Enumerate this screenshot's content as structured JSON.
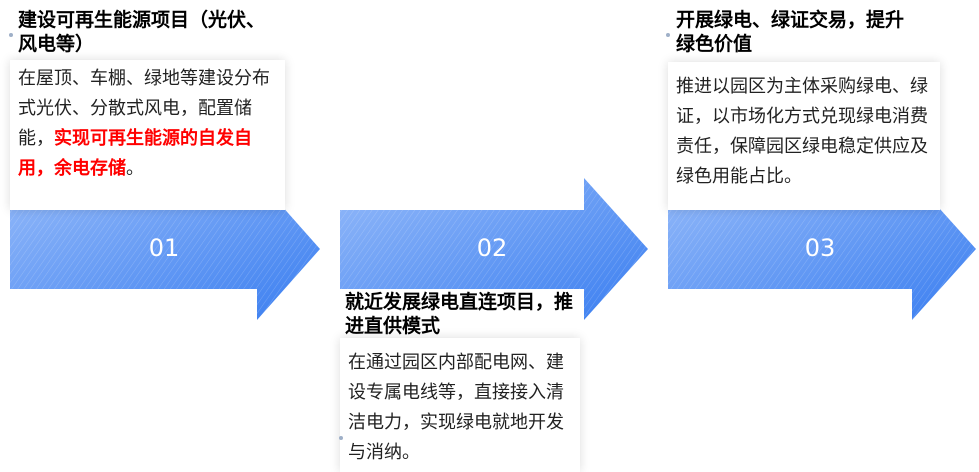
{
  "steps": [
    {
      "number": "01",
      "title": "建设可再生能源项目（光伏、风电等）",
      "body_plain": "在屋顶、车棚、绿地等建设分布式光伏、分散式风电，配置储能，",
      "body_highlight": "实现可再生能源的自发自用，余电存储",
      "body_tail": "。"
    },
    {
      "number": "02",
      "title": "就近发展绿电直连项目，推进直供模式",
      "body_plain": "在通过园区内部配电网、建设专属电线等，直接接入清洁电力，实现绿电就地开发与消纳。"
    },
    {
      "number": "03",
      "title": "开展绿电、绿证交易，提升绿色价值",
      "body_plain": "推进以园区为主体采购绿电、绿证，以市场化方式兑现绿电消费责任，保障园区绿电稳定供应及绿色用能占比。"
    }
  ],
  "colors": {
    "arrow_light": "#8eb6f8",
    "arrow_dark": "#3d7ff0",
    "highlight": "#ff0000"
  }
}
